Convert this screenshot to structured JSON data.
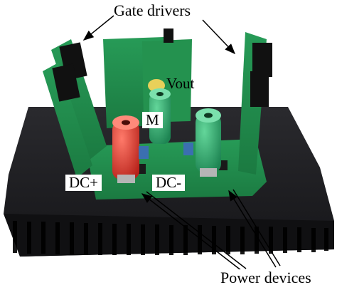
{
  "labels": {
    "gate_drivers": "Gate drivers",
    "vout": "Vout",
    "m": "M",
    "dc_plus": "DC+",
    "dc_minus": "DC-",
    "power_devices": "Power devices"
  },
  "colors": {
    "heatsink": "#1b1b1e",
    "pcb": "#1f8a4a",
    "connector_red": "#d8352a",
    "connector_green": "#2aa86a",
    "gate_driver_header": "#111111"
  }
}
